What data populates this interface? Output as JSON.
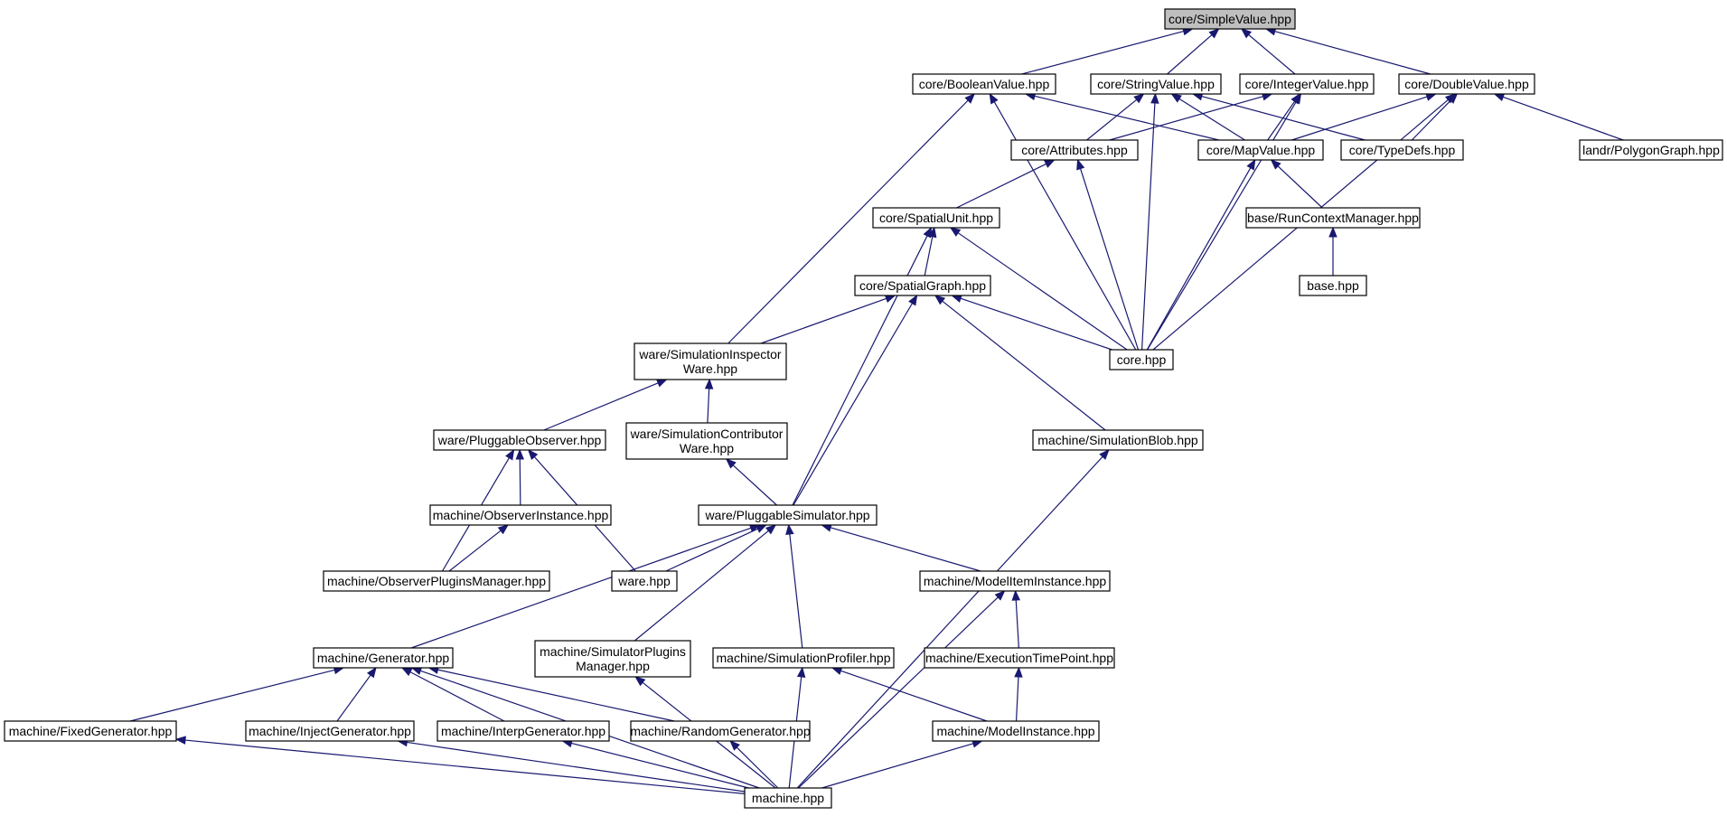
{
  "diagram": {
    "root": "core/SimpleValue.hpp",
    "nodes": [
      {
        "id": "simplevalue",
        "lines": [
          "core/SimpleValue.hpp"
        ],
        "root": true
      },
      {
        "id": "booleanvalue",
        "lines": [
          "core/BooleanValue.hpp"
        ]
      },
      {
        "id": "stringvalue",
        "lines": [
          "core/StringValue.hpp"
        ]
      },
      {
        "id": "integervalue",
        "lines": [
          "core/IntegerValue.hpp"
        ]
      },
      {
        "id": "doublevalue",
        "lines": [
          "core/DoubleValue.hpp"
        ]
      },
      {
        "id": "attributes",
        "lines": [
          "core/Attributes.hpp"
        ]
      },
      {
        "id": "mapvalue",
        "lines": [
          "core/MapValue.hpp"
        ]
      },
      {
        "id": "typedefs",
        "lines": [
          "core/TypeDefs.hpp"
        ]
      },
      {
        "id": "polygongraph",
        "lines": [
          "landr/PolygonGraph.hpp"
        ]
      },
      {
        "id": "spatialunit",
        "lines": [
          "core/SpatialUnit.hpp"
        ]
      },
      {
        "id": "runcontextmanager",
        "lines": [
          "base/RunContextManager.hpp"
        ]
      },
      {
        "id": "spatialgraph",
        "lines": [
          "core/SpatialGraph.hpp"
        ]
      },
      {
        "id": "basehpp",
        "lines": [
          "base.hpp"
        ]
      },
      {
        "id": "simulationinspectorware",
        "lines": [
          "ware/SimulationInspector",
          "Ware.hpp"
        ]
      },
      {
        "id": "corehpp",
        "lines": [
          "core.hpp"
        ]
      },
      {
        "id": "pluggableobserver",
        "lines": [
          "ware/PluggableObserver.hpp"
        ]
      },
      {
        "id": "simulationcontributorware",
        "lines": [
          "ware/SimulationContributor",
          "Ware.hpp"
        ]
      },
      {
        "id": "simulationblob",
        "lines": [
          "machine/SimulationBlob.hpp"
        ]
      },
      {
        "id": "observerinstance",
        "lines": [
          "machine/ObserverInstance.hpp"
        ]
      },
      {
        "id": "pluggablesimulator",
        "lines": [
          "ware/PluggableSimulator.hpp"
        ]
      },
      {
        "id": "observerpluginsmanager",
        "lines": [
          "machine/ObserverPluginsManager.hpp"
        ]
      },
      {
        "id": "warehpp",
        "lines": [
          "ware.hpp"
        ]
      },
      {
        "id": "modeliteminstance",
        "lines": [
          "machine/ModelItemInstance.hpp"
        ]
      },
      {
        "id": "generator",
        "lines": [
          "machine/Generator.hpp"
        ]
      },
      {
        "id": "simulatorpluginsmanager",
        "lines": [
          "machine/SimulatorPlugins",
          "Manager.hpp"
        ]
      },
      {
        "id": "simulationprofiler",
        "lines": [
          "machine/SimulationProfiler.hpp"
        ]
      },
      {
        "id": "executiontimepoint",
        "lines": [
          "machine/ExecutionTimePoint.hpp"
        ]
      },
      {
        "id": "fixedgenerator",
        "lines": [
          "machine/FixedGenerator.hpp"
        ]
      },
      {
        "id": "injectgenerator",
        "lines": [
          "machine/InjectGenerator.hpp"
        ]
      },
      {
        "id": "interpgenerator",
        "lines": [
          "machine/InterpGenerator.hpp"
        ]
      },
      {
        "id": "randomgenerator",
        "lines": [
          "machine/RandomGenerator.hpp"
        ]
      },
      {
        "id": "modelinstance",
        "lines": [
          "machine/ModelInstance.hpp"
        ]
      },
      {
        "id": "machinehpp",
        "lines": [
          "machine.hpp"
        ]
      }
    ],
    "edges": [
      [
        "booleanvalue",
        "simplevalue"
      ],
      [
        "stringvalue",
        "simplevalue"
      ],
      [
        "integervalue",
        "simplevalue"
      ],
      [
        "doublevalue",
        "simplevalue"
      ],
      [
        "simulationinspectorware",
        "booleanvalue"
      ],
      [
        "corehpp",
        "booleanvalue"
      ],
      [
        "mapvalue",
        "booleanvalue"
      ],
      [
        "attributes",
        "stringvalue"
      ],
      [
        "mapvalue",
        "stringvalue"
      ],
      [
        "typedefs",
        "stringvalue"
      ],
      [
        "corehpp",
        "stringvalue"
      ],
      [
        "attributes",
        "integervalue"
      ],
      [
        "mapvalue",
        "integervalue"
      ],
      [
        "corehpp",
        "integervalue"
      ],
      [
        "mapvalue",
        "doublevalue"
      ],
      [
        "typedefs",
        "doublevalue"
      ],
      [
        "polygongraph",
        "doublevalue"
      ],
      [
        "corehpp",
        "doublevalue"
      ],
      [
        "spatialunit",
        "attributes"
      ],
      [
        "corehpp",
        "attributes"
      ],
      [
        "runcontextmanager",
        "mapvalue"
      ],
      [
        "corehpp",
        "mapvalue"
      ],
      [
        "basehpp",
        "runcontextmanager"
      ],
      [
        "spatialgraph",
        "spatialunit"
      ],
      [
        "corehpp",
        "spatialunit"
      ],
      [
        "pluggablesimulator",
        "spatialunit"
      ],
      [
        "simulationinspectorware",
        "spatialgraph"
      ],
      [
        "corehpp",
        "spatialgraph"
      ],
      [
        "pluggablesimulator",
        "spatialgraph"
      ],
      [
        "simulationblob",
        "spatialgraph"
      ],
      [
        "pluggableobserver",
        "simulationinspectorware"
      ],
      [
        "simulationcontributorware",
        "simulationinspectorware"
      ],
      [
        "observerinstance",
        "pluggableobserver"
      ],
      [
        "observerpluginsmanager",
        "pluggableobserver"
      ],
      [
        "warehpp",
        "pluggableobserver"
      ],
      [
        "pluggablesimulator",
        "simulationcontributorware"
      ],
      [
        "observerpluginsmanager",
        "observerinstance"
      ],
      [
        "warehpp",
        "pluggablesimulator"
      ],
      [
        "generator",
        "pluggablesimulator"
      ],
      [
        "simulatorpluginsmanager",
        "pluggablesimulator"
      ],
      [
        "simulationprofiler",
        "pluggablesimulator"
      ],
      [
        "modeliteminstance",
        "pluggablesimulator"
      ],
      [
        "executiontimepoint",
        "modeliteminstance"
      ],
      [
        "machinehpp",
        "modeliteminstance"
      ],
      [
        "modelinstance",
        "executiontimepoint"
      ],
      [
        "fixedgenerator",
        "generator"
      ],
      [
        "injectgenerator",
        "generator"
      ],
      [
        "interpgenerator",
        "generator"
      ],
      [
        "randomgenerator",
        "generator"
      ],
      [
        "machinehpp",
        "generator"
      ],
      [
        "machinehpp",
        "simulatorpluginsmanager"
      ],
      [
        "modelinstance",
        "simulationprofiler"
      ],
      [
        "machinehpp",
        "simulationprofiler"
      ],
      [
        "machinehpp",
        "fixedgenerator"
      ],
      [
        "machinehpp",
        "injectgenerator"
      ],
      [
        "machinehpp",
        "interpgenerator"
      ],
      [
        "machinehpp",
        "randomgenerator"
      ],
      [
        "machinehpp",
        "modelinstance"
      ],
      [
        "machinehpp",
        "simulationblob"
      ]
    ]
  }
}
